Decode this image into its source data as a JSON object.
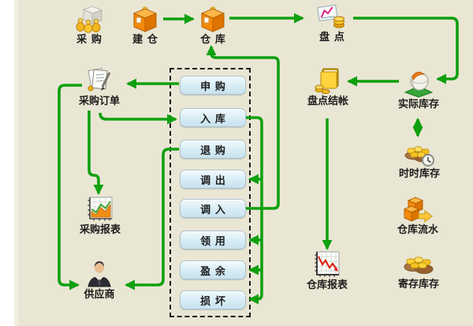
{
  "colors": {
    "background": "#eae6d4",
    "connector_green": "#0fa00f",
    "button_fill": "#d7ecf5",
    "button_border": "#a9c4cf",
    "label_color": "#1c1c1c",
    "dashed_border": "#1a1a1a"
  },
  "nodes": [
    {
      "id": "caigou",
      "label": "采购",
      "icon": "purchase-icon"
    },
    {
      "id": "jiancang",
      "label": "建仓",
      "icon": "create-warehouse-icon"
    },
    {
      "id": "cangku",
      "label": "仓库",
      "icon": "warehouse-icon"
    },
    {
      "id": "pandian",
      "label": "盘点",
      "icon": "stocktake-icon"
    },
    {
      "id": "caigou-dingdan",
      "label": "采购订单",
      "icon": "purchase-order-icon"
    },
    {
      "id": "caigou-baobiao",
      "label": "采购报表",
      "icon": "purchase-report-icon"
    },
    {
      "id": "gongyingshang",
      "label": "供应商",
      "icon": "supplier-icon"
    },
    {
      "id": "pandian-jiezhang",
      "label": "盘点结帐",
      "icon": "settlement-icon"
    },
    {
      "id": "shiji-kucun",
      "label": "实际库存",
      "icon": "actual-stock-icon"
    },
    {
      "id": "shishi-kucun",
      "label": "时时库存",
      "icon": "realtime-stock-icon"
    },
    {
      "id": "cangku-liushui",
      "label": "仓库流水",
      "icon": "warehouse-flow-icon"
    },
    {
      "id": "jicun-kucun",
      "label": "寄存库存",
      "icon": "deposit-stock-icon"
    },
    {
      "id": "cangku-baobiao",
      "label": "仓库报表",
      "icon": "warehouse-report-icon"
    }
  ],
  "buttons": [
    {
      "id": "shengou",
      "label": "申购"
    },
    {
      "id": "ruku",
      "label": "入库"
    },
    {
      "id": "tuigou",
      "label": "退购"
    },
    {
      "id": "diaochu",
      "label": "调出"
    },
    {
      "id": "diaoru",
      "label": "调入"
    },
    {
      "id": "lingyong",
      "label": "领用"
    },
    {
      "id": "yingyu",
      "label": "盈余"
    },
    {
      "id": "sunhuai",
      "label": "损坏"
    }
  ],
  "edges": [
    {
      "from": "jiancang",
      "to": "cangku"
    },
    {
      "from": "cangku",
      "to": "pandian"
    },
    {
      "from": "pandian",
      "to": "shiji-kucun"
    },
    {
      "from": "shiji-kucun",
      "to": "pandian-jiezhang"
    },
    {
      "from": "shiji-kucun",
      "to": "shishi-kucun",
      "bidirectional": true
    },
    {
      "from": "pandian-jiezhang",
      "to": "cangku-baobiao"
    },
    {
      "from": "shengou",
      "to": "caigou-dingdan"
    },
    {
      "from": "caigou-dingdan",
      "to": "ruku"
    },
    {
      "from": "caigou-dingdan",
      "to": "caigou-baobiao"
    },
    {
      "from": "caigou-dingdan",
      "to": "gongyingshang"
    },
    {
      "from": "tuigou",
      "to": "gongyingshang"
    },
    {
      "from": "ruku",
      "to": "diaochu"
    },
    {
      "from": "ruku",
      "to": "lingyong"
    },
    {
      "from": "ruku",
      "to": "yingyu"
    },
    {
      "from": "ruku",
      "to": "sunhuai"
    },
    {
      "from": "diaoru",
      "to": "cangku"
    }
  ]
}
